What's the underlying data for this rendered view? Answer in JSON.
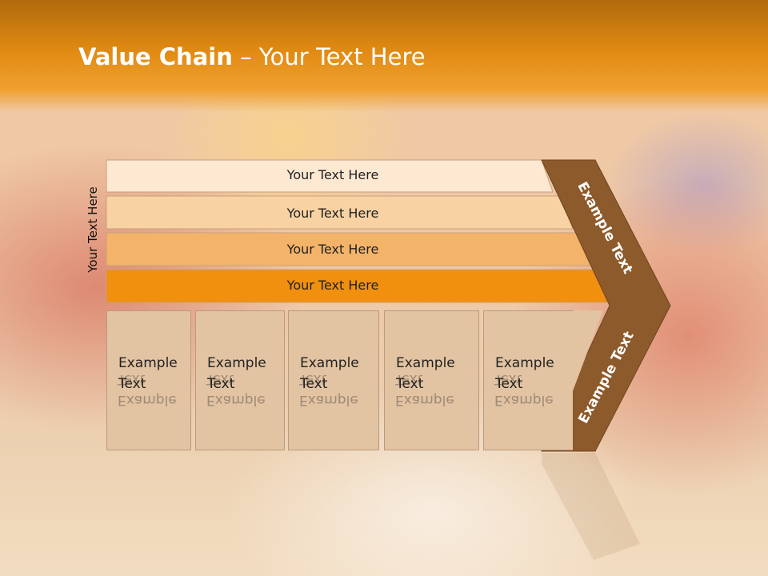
{
  "title": {
    "bold": "Value Chain",
    "rest": " – Your Text Here"
  },
  "vertical_label": "Your Text Here",
  "bars": [
    {
      "label": "Your Text Here",
      "color": "#fde8d2"
    },
    {
      "label": "Your Text Here",
      "color": "#f8d2a2"
    },
    {
      "label": "Your Text Here",
      "color": "#f3b46a"
    },
    {
      "label": "Your Text Here",
      "color": "#f0900e"
    }
  ],
  "cells": [
    {
      "line1": "Example",
      "line2": "Text"
    },
    {
      "line1": "Example",
      "line2": "Text"
    },
    {
      "line1": "Example",
      "line2": "Text"
    },
    {
      "line1": "Example",
      "line2": "Text"
    },
    {
      "line1": "Example",
      "line2": "Text"
    }
  ],
  "chevron": {
    "top_label": "Example Text",
    "bottom_label": "Example Text",
    "color": "#8d5a2b"
  }
}
